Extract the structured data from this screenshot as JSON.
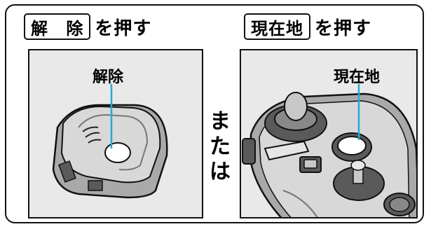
{
  "left": {
    "button_label": "解 除",
    "action_text": "を押す",
    "callout": "解除"
  },
  "right": {
    "button_label": "現在地",
    "action_text": "を押す",
    "callout": "現在地"
  },
  "separator": [
    "ま",
    "た",
    "は"
  ],
  "colors": {
    "panel_background": "#e9e9e9",
    "callout_line": "#29a8d8",
    "device_light": "#d8d8d8",
    "device_mid": "#a9a9a9",
    "device_dark": "#5a5a5a"
  }
}
